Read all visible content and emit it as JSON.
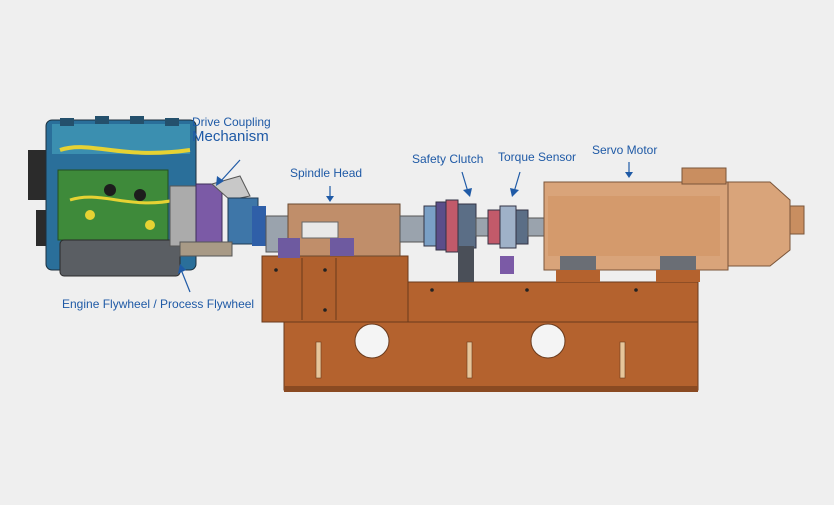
{
  "labels": {
    "drive_coupling_line1": "Drive Coupling",
    "drive_coupling_line2": "Mechanism",
    "spindle_head": "Spindle Head",
    "safety_clutch": "Safety Clutch",
    "torque_sensor": "Torque Sensor",
    "servo_motor": "Servo Motor",
    "engine_flywheel": "Engine Flywheel / Process Flywheel"
  },
  "colors": {
    "background": "#efefef",
    "label": "#1f5aa6",
    "base_frame": "#b4622e",
    "motor": "#d9a47a",
    "engine_green": "#3e8a3a",
    "engine_blue": "#2a6f9a",
    "engine_yellow": "#e6d233",
    "coupling_purple": "#7b5aa6",
    "shaft_grey": "#9aa3ad"
  }
}
